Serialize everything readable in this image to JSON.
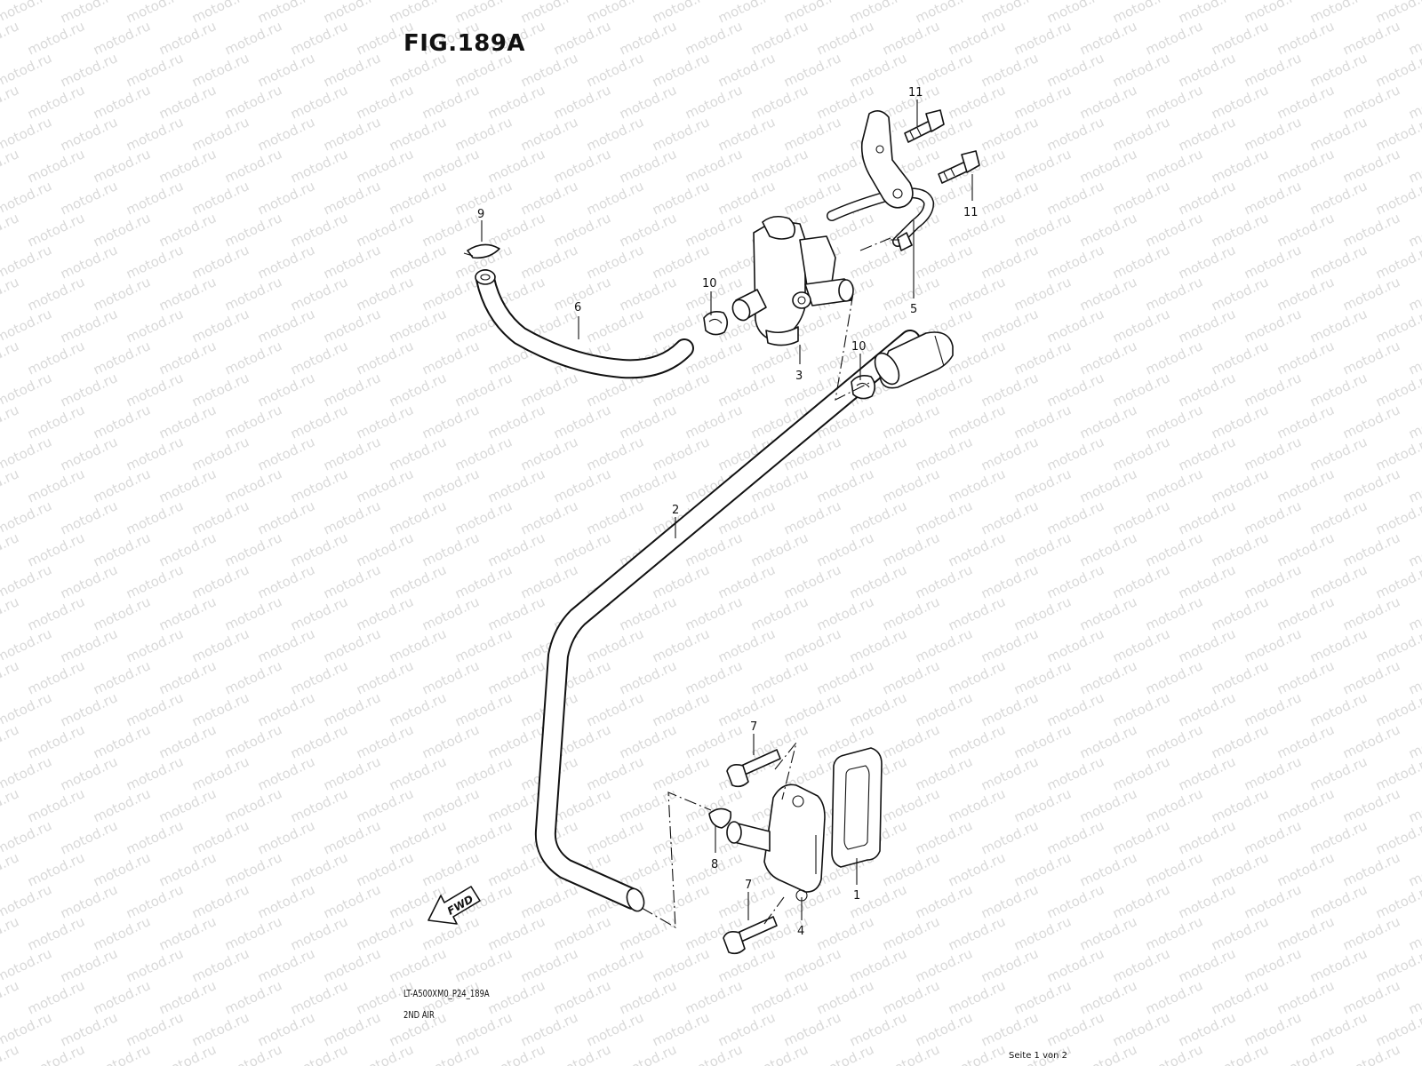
{
  "title": "FIG.189A",
  "diagram_code": "LT-A500XM0_P24_189A",
  "diagram_name": "2ND AIR",
  "page_indicator": "Seite 1 von 2",
  "watermark_text": "motod.ru",
  "fwd_label": "FWD",
  "callouts": {
    "c1": "1",
    "c2": "2",
    "c3": "3",
    "c4": "4",
    "c5": "5",
    "c6": "6",
    "c7a": "7",
    "c7b": "7",
    "c8": "8",
    "c9": "9",
    "c10a": "10",
    "c10b": "10",
    "c11a": "11",
    "c11b": "11"
  },
  "colors": {
    "line": "#111111",
    "watermark": "#d9d9d9",
    "background": "#ffffff"
  }
}
